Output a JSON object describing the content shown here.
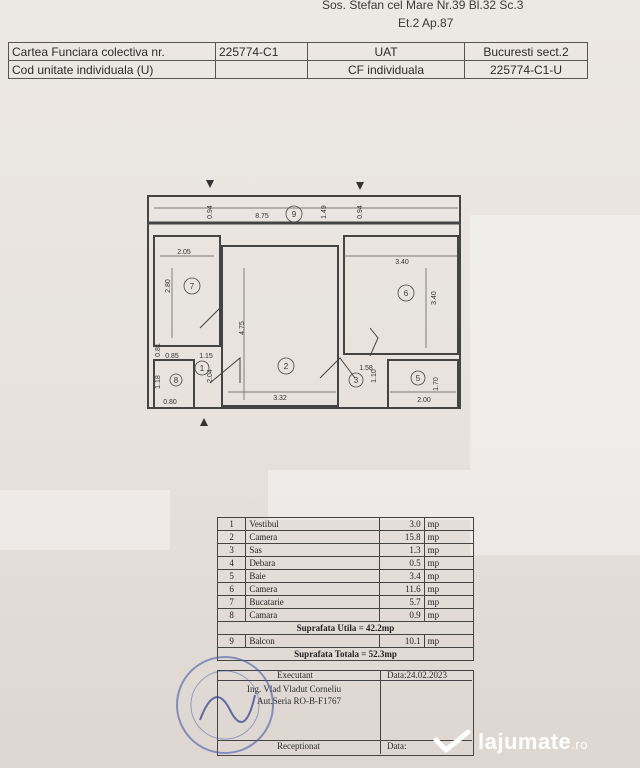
{
  "header": {
    "addr1": "Sos. Stefan cel Mare Nr.39 Bl.32 Sc.3",
    "addr2": "Et.2 Ap.87",
    "rows": [
      [
        "Cartea Funciara colectiva nr.",
        "225774-C1",
        "UAT",
        "Bucuresti sect.2"
      ],
      [
        "Cod unitate individuala (U)",
        "",
        "CF individuala",
        "225774-C1-U"
      ]
    ]
  },
  "plan": {
    "dims": [
      "8.75",
      "0.94",
      "1.49",
      "0.94",
      "2.05",
      "2.80",
      "4.75",
      "3.40",
      "3.40",
      "0.81",
      "0.85",
      "1.15",
      "1.18",
      "0.80",
      "2.04",
      "3.32",
      "1.58",
      "1.10",
      "1.70",
      "2.00"
    ],
    "rooms": [
      "1",
      "2",
      "3",
      "5",
      "6",
      "7",
      "8",
      "9"
    ]
  },
  "rooms": [
    {
      "n": "1",
      "name": "Vestibul",
      "area": "3.0",
      "unit": "mp"
    },
    {
      "n": "2",
      "name": "Camera",
      "area": "15.8",
      "unit": "mp"
    },
    {
      "n": "3",
      "name": "Sas",
      "area": "1.3",
      "unit": "mp"
    },
    {
      "n": "4",
      "name": "Debara",
      "area": "0.5",
      "unit": "mp"
    },
    {
      "n": "5",
      "name": "Baie",
      "area": "3.4",
      "unit": "mp"
    },
    {
      "n": "6",
      "name": "Camera",
      "area": "11.6",
      "unit": "mp"
    },
    {
      "n": "7",
      "name": "Bucatarie",
      "area": "5.7",
      "unit": "mp"
    },
    {
      "n": "8",
      "name": "Camara",
      "area": "0.9",
      "unit": "mp"
    }
  ],
  "suprafata_utila": "Suprafata Utila = 42.2mp",
  "balcon": {
    "n": "9",
    "name": "Balcon",
    "area": "10.1",
    "unit": "mp"
  },
  "suprafata_totala": "Suprafata Totala = 52.3mp",
  "executant": {
    "label": "Executant",
    "date": "Data:24.02.2023",
    "name": "Ing. Vlad Vladut Corneliu",
    "aut": "Aut.Seria RO-B-F1767"
  },
  "receptionat": {
    "label": "Receptionat",
    "date": "Data:"
  },
  "logo": {
    "text": "lajumate",
    "suffix": ".ro",
    "color": "#ffffff"
  }
}
